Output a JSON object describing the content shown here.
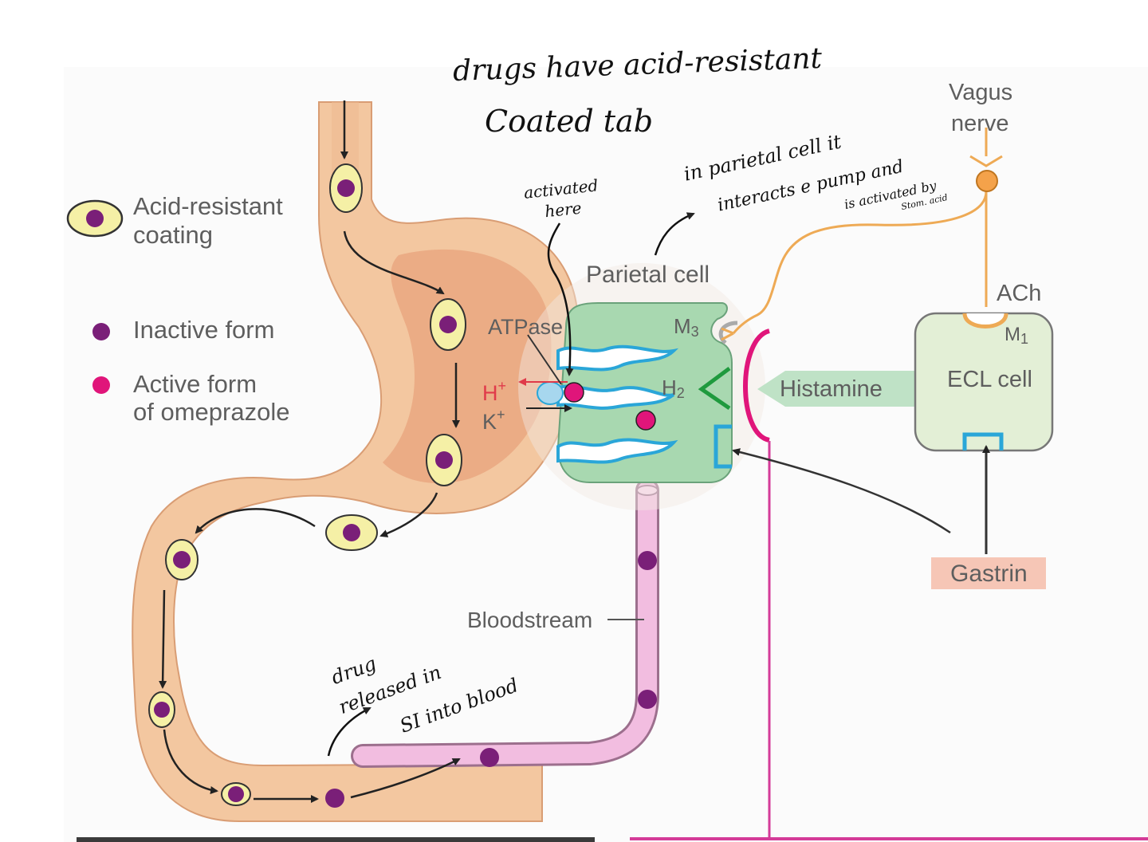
{
  "handwritten": {
    "top_line1": "drugs have acid-resistant",
    "top_line2": "Coated tab",
    "activated_here": "activated here",
    "parietal_note_line1": "in parietal cell it",
    "parietal_note_line2": "interacts e pump and",
    "parietal_note_line3": "is activated by",
    "parietal_note_line4": "Stom. acid",
    "drug_released_line1": "drug",
    "drug_released_line2": "released in",
    "drug_released_line3": "SI into blood"
  },
  "legend": {
    "coating": "Acid-resistant coating",
    "inactive": "Inactive form",
    "active_line1": "Active form",
    "active_line2": "of omeprazole"
  },
  "labels": {
    "parietal_cell": "Parietal cell",
    "atpase": "ATPase",
    "h_ion": "H",
    "k_ion": "K",
    "m3": "M",
    "h2": "H",
    "histamine": "Histamine",
    "vagus_line1": "Vagus",
    "vagus_line2": "nerve",
    "ach": "ACh",
    "m1": "M",
    "ecl_cell": "ECL cell",
    "gastrin": "Gastrin",
    "bloodstream": "Bloodstream"
  },
  "colors": {
    "stomach": "#f3c7a0",
    "stomach_inner": "#e6a07a",
    "coating": "#f5f0a6",
    "inactive": "#7a1f78",
    "active": "#e0157a",
    "parietal": "#a8d8b0",
    "ecl": "#e3efd6",
    "gastrin": "#f6c6b6",
    "histamine": "#bfe2c6",
    "nerve": "#eeaa55",
    "blood": "#f2bde0"
  }
}
